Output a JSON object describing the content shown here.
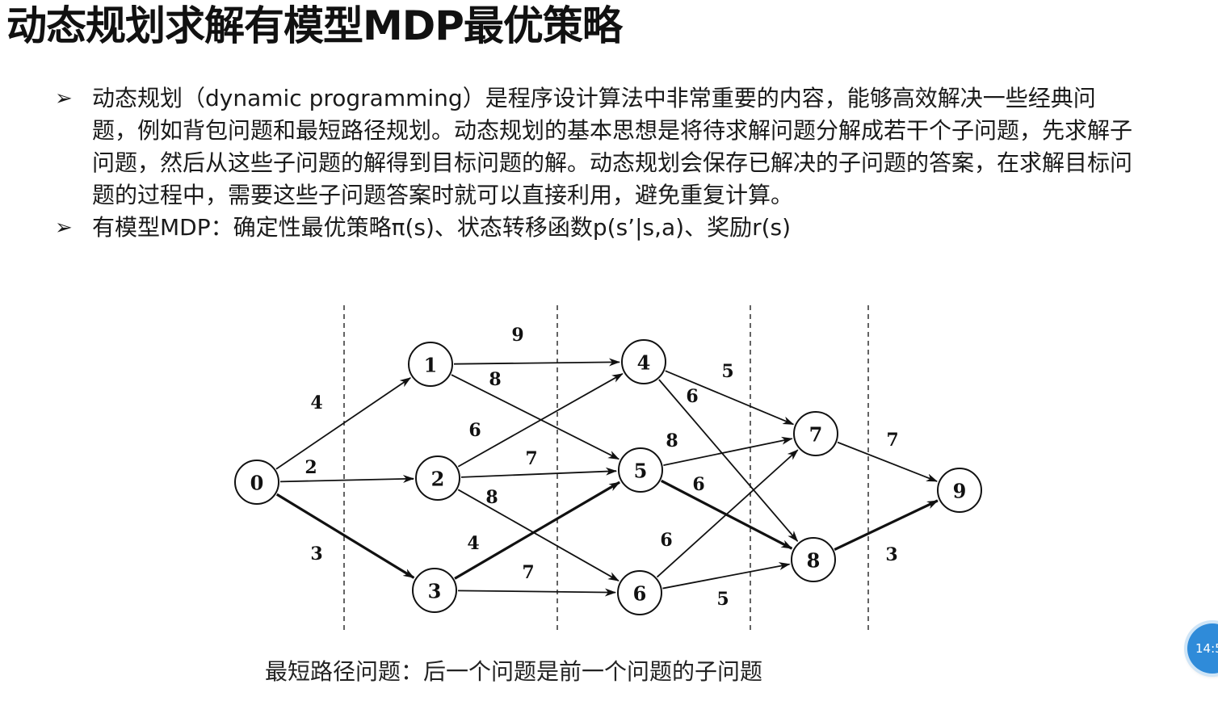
{
  "slide": {
    "title": "动态规划求解有模型MDP最优策略",
    "bullet_marker": "➢",
    "bullets": [
      "动态规划（dynamic programming）是程序设计算法中非常重要的内容，能够高效解决一些经典问题，例如背包问题和最短路径规划。动态规划的基本思想是将待求解问题分解成若干个子问题，先求解子问题，然后从这些子问题的解得到目标问题的解。动态规划会保存已解决的子问题的答案，在求解目标问题的过程中，需要这些子问题答案时就可以直接利用，避免重复计算。",
      "有模型MDP：确定性最优策略π(s)、状态转移函数p(s’|s,a)、奖励r(s)"
    ],
    "caption": "最短路径问题：后一个问题是前一个问题的子问题",
    "timer_badge": "14:5"
  },
  "graph": {
    "nodes": [
      {
        "id": "n0",
        "label": "0"
      },
      {
        "id": "n1",
        "label": "1"
      },
      {
        "id": "n2",
        "label": "2"
      },
      {
        "id": "n3",
        "label": "3"
      },
      {
        "id": "n4",
        "label": "4"
      },
      {
        "id": "n5",
        "label": "5"
      },
      {
        "id": "n6",
        "label": "6"
      },
      {
        "id": "n7",
        "label": "7"
      },
      {
        "id": "n8",
        "label": "8"
      },
      {
        "id": "n9",
        "label": "9"
      }
    ],
    "edges": [
      {
        "from": "n0",
        "to": "n1",
        "weight": "4"
      },
      {
        "from": "n0",
        "to": "n2",
        "weight": "2"
      },
      {
        "from": "n0",
        "to": "n3",
        "weight": "3"
      },
      {
        "from": "n1",
        "to": "n4",
        "weight": "9"
      },
      {
        "from": "n1",
        "to": "n5",
        "weight": "8"
      },
      {
        "from": "n2",
        "to": "n4",
        "weight": "6"
      },
      {
        "from": "n2",
        "to": "n5",
        "weight": "7"
      },
      {
        "from": "n2",
        "to": "n6",
        "weight": "8"
      },
      {
        "from": "n3",
        "to": "n5",
        "weight": "4"
      },
      {
        "from": "n3",
        "to": "n6",
        "weight": "7"
      },
      {
        "from": "n4",
        "to": "n7",
        "weight": "5"
      },
      {
        "from": "n4",
        "to": "n8",
        "weight": "6"
      },
      {
        "from": "n5",
        "to": "n7",
        "weight": "8"
      },
      {
        "from": "n5",
        "to": "n8",
        "weight": "6"
      },
      {
        "from": "n6",
        "to": "n7",
        "weight": "6"
      },
      {
        "from": "n6",
        "to": "n8",
        "weight": "5"
      },
      {
        "from": "n7",
        "to": "n9",
        "weight": "7"
      },
      {
        "from": "n8",
        "to": "n9",
        "weight": "3"
      }
    ],
    "highlighted_path": [
      "n0",
      "n3",
      "n5",
      "n8",
      "n9"
    ],
    "stage_dividers": 4
  }
}
